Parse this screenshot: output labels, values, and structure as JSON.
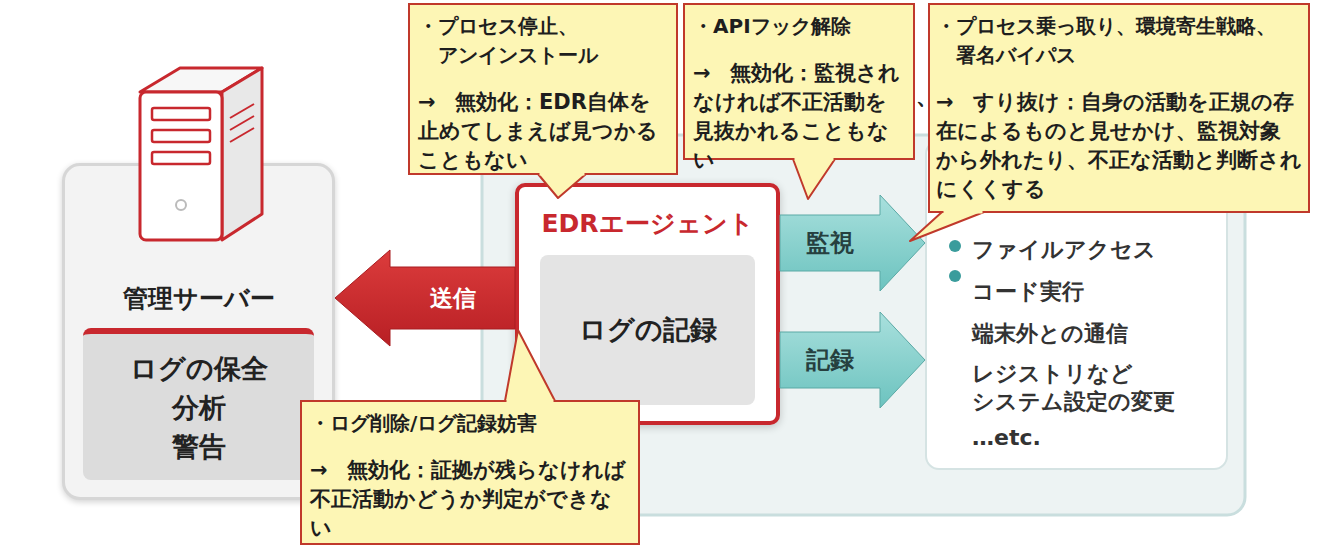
{
  "diagram": {
    "nodes": [
      {
        "text": [
          "管理サーバー"
        ]
      },
      {
        "text": [
          "ログの保全 分析 警告"
        ],
        "in": 0
      },
      {
        "text": [
          "EDRエージェント"
        ]
      },
      {
        "text": [
          "ログの記録"
        ],
        "in": 2
      },
      {
        "text": [
          "ファイルアクセス",
          "コード実行",
          "端末外との通信",
          "レジストリなど システム設定の変更",
          "…etc."
        ]
      },
      {
        "text": [
          "・プロセス停止、 アンインストール",
          "→ 無効化：EDR自体を止めてしまえば見つかることもない"
        ]
      },
      {
        "text": [
          "・APIフック解除",
          "→ 無効化：監視されなければ不正活動を見抜かれることもない"
        ]
      },
      {
        "text": [
          "・プロセス乗っ取り、環境寄生戦略、 署名バイパス",
          "→ すり抜け：自身の活動を正規の存在によるものと見せかけ、監視対象から外れたり、不正な活動と判断されにくくする"
        ]
      },
      {
        "text": [
          "・ログ削除/ログ記録妨害",
          "→ 無効化：証拠が残らなければ不正活動かどうか判定ができない"
        ]
      }
    ],
    "edges": [
      {
        "from": 2,
        "to": 0,
        "label": "送信",
        "arrow": "to"
      },
      {
        "from": 2,
        "to": 4,
        "label": "監視",
        "arrow": "to"
      },
      {
        "from": 2,
        "to": 4,
        "label": "記録",
        "arrow": "to"
      }
    ],
    "labels": [
      "、"
    ]
  }
}
